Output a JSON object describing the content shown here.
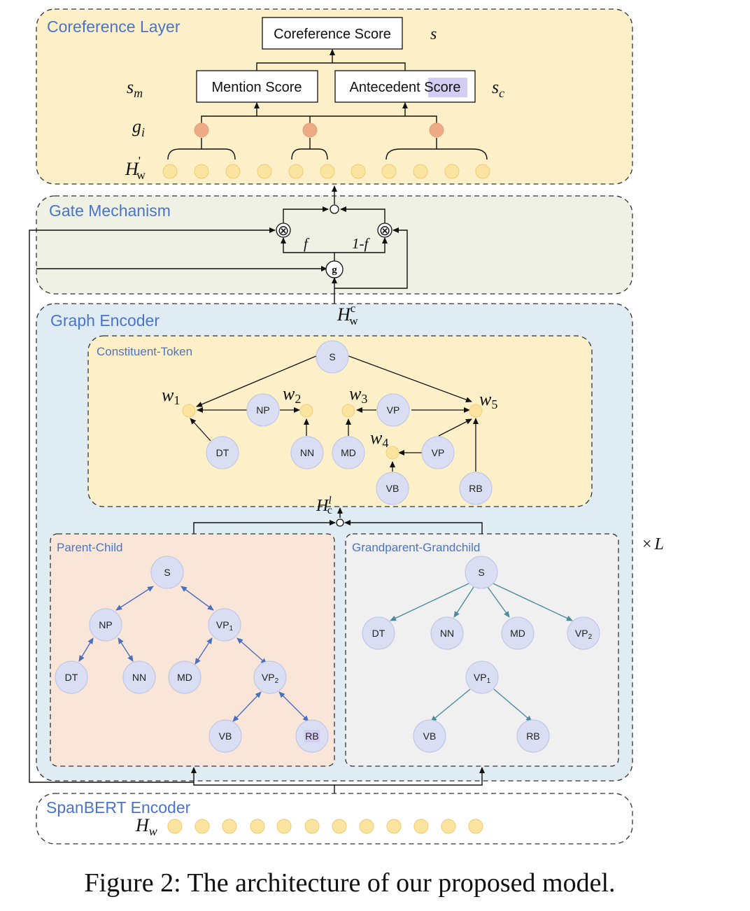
{
  "colors": {
    "coref_bg": "#fdf0c8",
    "gate_bg": "#eef1e3",
    "graph_bg": "#dfecf3",
    "ct_bg": "#fdf0c8",
    "pc_bg": "#f9e6d9",
    "gg_bg": "#f0f0f0",
    "span_bg": "#ffffff",
    "section_title": "#4a74c9",
    "token_fill": "#fbe3a0",
    "token_stroke": "#f2cf7a",
    "span_fill": "#ecab86",
    "node_fill": "#d9def3",
    "node_stroke": "#b9c2e6",
    "pc_arrow": "#4a6fbf",
    "gg_arrow": "#4c8aa0",
    "highlight": "#d3cdf3"
  },
  "coreference": {
    "title": "Coreference Layer",
    "coref_score_label": "Coreference Score",
    "mention_score_label": "Mention Score",
    "antecedent_prefix": "Antecedent ",
    "antecedent_highlight": "Score",
    "sym_s": "s",
    "sym_sm_main": "s",
    "sym_sm_sub": "m",
    "sym_sc_main": "s",
    "sym_sc_sub": "c",
    "sym_g_main": "g",
    "sym_g_sub": "i",
    "sym_h_main": "H",
    "sym_h_sup": "'",
    "sym_h_sub": "w"
  },
  "gate": {
    "title": "Gate Mechanism",
    "g_label": "g",
    "f_label": "f",
    "one_minus_f_label": "1-f",
    "hc_main": "H",
    "hc_sup": "c",
    "hc_sub": "w",
    "otimes": "⊗"
  },
  "graph": {
    "title": "Graph Encoder",
    "repeat_times": "×",
    "repeat_L": "L",
    "hcl_main": "H",
    "hcl_sub": "c",
    "hcl_sup": "l",
    "constituent_title": "Constituent-Token",
    "parent_title": "Parent-Child",
    "grand_title": "Grandparent-Grandchild",
    "ct_nodes": {
      "s": "S",
      "np": "NP",
      "vp": "VP",
      "dt": "DT",
      "nn": "NN",
      "md": "MD",
      "vp2": "VP",
      "vb": "VB",
      "rb": "RB"
    },
    "word_main": "w",
    "words": [
      "1",
      "2",
      "3",
      "4",
      "5"
    ],
    "pc_nodes": {
      "s": "S",
      "np": "NP",
      "vp1": "VP",
      "vp1_sub": "1",
      "dt": "DT",
      "nn": "NN",
      "md": "MD",
      "vp2": "VP",
      "vp2_sub": "2",
      "vb": "VB",
      "rb": "RB"
    },
    "gg_nodes": {
      "s": "S",
      "dt": "DT",
      "nn": "NN",
      "md": "MD",
      "vp2": "VP",
      "vp2_sub": "2",
      "vp1": "VP",
      "vp1_sub": "1",
      "vb": "VB",
      "rb": "RB"
    }
  },
  "spanbert": {
    "title": "SpanBERT Encoder",
    "hw_main": "H",
    "hw_sub": "w"
  },
  "caption": "Figure 2: The architecture of our proposed model."
}
